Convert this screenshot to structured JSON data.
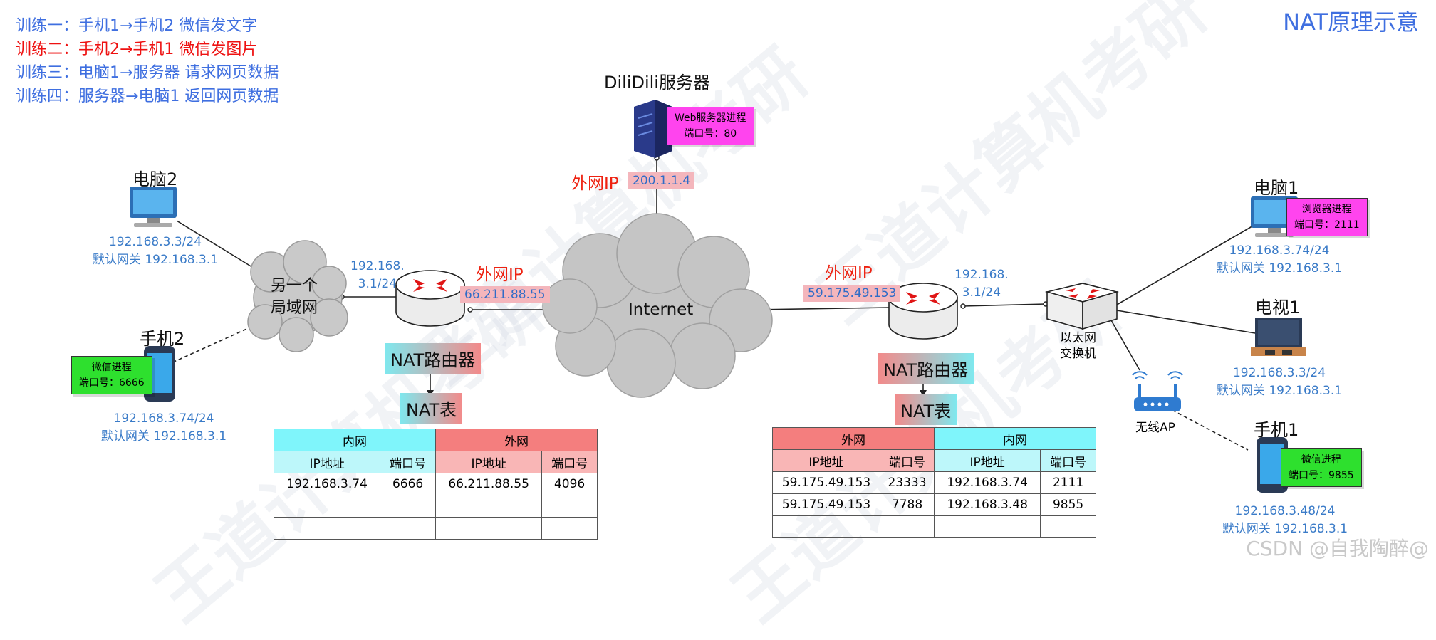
{
  "exercises": [
    {
      "text": "训练一：手机1→手机2 微信发文字",
      "color": "#3f6fe0"
    },
    {
      "text": "训练二：手机2→手机1 微信发图片",
      "color": "#ee1111"
    },
    {
      "text": "训练三：电脑1→服务器 请求网页数据",
      "color": "#3f6fe0"
    },
    {
      "text": "训练四：服务器→电脑1 返回网页数据",
      "color": "#3f6fe0"
    }
  ],
  "title": "NAT原理示意",
  "server": {
    "name": "DiliDili服务器",
    "process_line1": "Web服务器进程",
    "process_line2": "端口号：80",
    "ext_label": "外网IP",
    "ext_ip": "200.1.1.4"
  },
  "internet": "Internet",
  "left_lan": {
    "cloud_line1": "另一个",
    "cloud_line2": "局域网",
    "pc2": {
      "name": "电脑2",
      "ip": "192.168.3.3/24",
      "gw": "默认网关 192.168.3.1"
    },
    "phone2": {
      "name": "手机2",
      "process_line1": "微信进程",
      "process_line2": "端口号：6666",
      "ip": "192.168.3.74/24",
      "gw": "默认网关 192.168.3.1"
    },
    "router": {
      "lan_ip_line1": "192.168.",
      "lan_ip_line2": "3.1/24",
      "ext_label": "外网IP",
      "ext_ip": "66.211.88.55",
      "name": "NAT路由器",
      "table_label": "NAT表"
    }
  },
  "left_table": {
    "group_inner": "内网",
    "group_outer": "外网",
    "cols": [
      "IP地址",
      "端口号",
      "IP地址",
      "端口号"
    ],
    "rows": [
      [
        "192.168.3.74",
        "6666",
        "66.211.88.55",
        "4096"
      ],
      [
        "",
        "",
        "",
        ""
      ],
      [
        "",
        "",
        "",
        ""
      ]
    ]
  },
  "right_lan": {
    "router": {
      "ext_label": "外网IP",
      "ext_ip": "59.175.49.153",
      "lan_ip_line1": "192.168.",
      "lan_ip_line2": "3.1/24",
      "name": "NAT路由器",
      "table_label": "NAT表"
    },
    "switch": {
      "line1": "以太网",
      "line2": "交换机"
    },
    "ap": "无线AP",
    "pc1": {
      "name": "电脑1",
      "process_line1": "浏览器进程",
      "process_line2": "端口号：2111",
      "ip": "192.168.3.74/24",
      "gw": "默认网关 192.168.3.1"
    },
    "tv1": {
      "name": "电视1",
      "ip": "192.168.3.3/24",
      "gw": "默认网关 192.168.3.1"
    },
    "phone1": {
      "name": "手机1",
      "process_line1": "微信进程",
      "process_line2": "端口号：9855",
      "ip": "192.168.3.48/24",
      "gw": "默认网关 192.168.3.1"
    }
  },
  "right_table": {
    "group_outer": "外网",
    "group_inner": "内网",
    "cols": [
      "IP地址",
      "端口号",
      "IP地址",
      "端口号"
    ],
    "rows": [
      [
        "59.175.49.153",
        "23333",
        "192.168.3.74",
        "2111"
      ],
      [
        "59.175.49.153",
        "7788",
        "192.168.3.48",
        "9855"
      ],
      [
        "",
        "",
        "",
        ""
      ]
    ]
  },
  "watermark": "CSDN @自我陶醉@"
}
